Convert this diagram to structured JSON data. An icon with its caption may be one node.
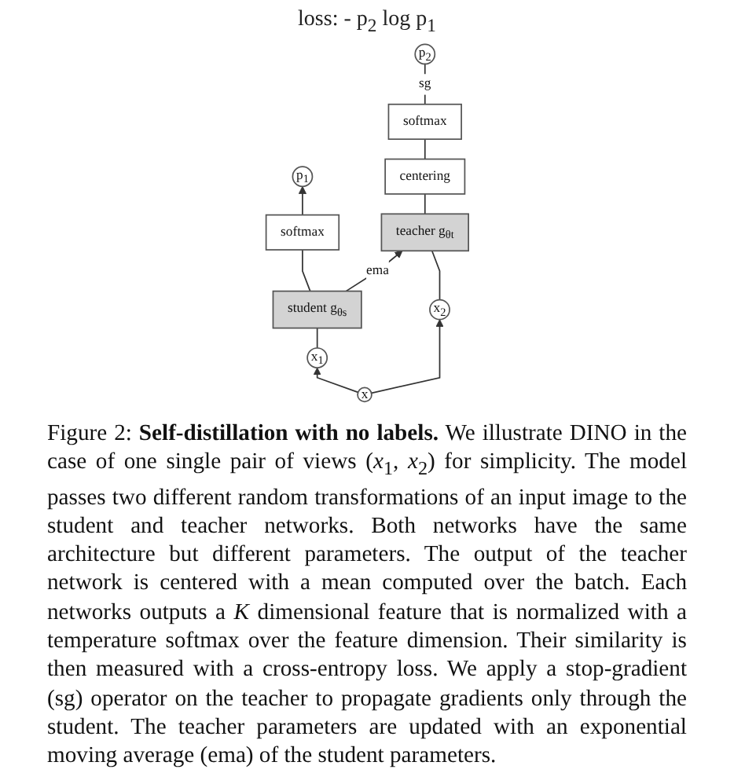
{
  "diagram": {
    "nodes": [
      {
        "text": [
          "p$_{1}$"
        ]
      },
      {
        "text": [
          "p$_{2}$"
        ]
      },
      {
        "text": [
          "softmax"
        ]
      },
      {
        "text": [
          "softmax"
        ]
      },
      {
        "text": [
          "centering"
        ]
      },
      {
        "text": [
          "student g$_{θs}$"
        ]
      },
      {
        "text": [
          "teacher g$_{θt}$"
        ]
      },
      {
        "text": [
          "x$_{1}$"
        ]
      },
      {
        "text": [
          "x$_{2}$"
        ]
      },
      {
        "text": [
          "x"
        ]
      }
    ],
    "edges": [
      {
        "from": 2,
        "to": 0,
        "arrow": "to"
      },
      {
        "from": 3,
        "to": 1,
        "arrow": "none",
        "label": "sg"
      },
      {
        "from": 4,
        "to": 3,
        "arrow": "none"
      },
      {
        "from": 5,
        "to": 6,
        "arrow": "to",
        "label": "ema"
      },
      {
        "from": 5,
        "to": 2,
        "arrow": "none"
      },
      {
        "from": 6,
        "to": 4,
        "arrow": "none"
      },
      {
        "from": 7,
        "to": 5,
        "arrow": "none"
      },
      {
        "from": 8,
        "to": 6,
        "arrow": "none"
      },
      {
        "from": 9,
        "to": 7,
        "arrow": "to"
      },
      {
        "from": 9,
        "to": 8,
        "arrow": "to"
      }
    ],
    "labels": [
      "loss: - p$_{2}$ log p$_{1}$"
    ],
    "caption": "Figure 2: **Self-distillation with no labels.** We illustrate DINO in the case of one single pair of views (*x*$_{1}$, *x*$_{2}$) for simplicity. The model passes two different random transformations of an input image to the student and teacher networks. Both networks have the same architecture but different parameters. The output of the teacher network is centered with a mean computed over the batch. Each networks outputs a *K* dimensional feature that is normalized with a temperature softmax over the feature dimension. Their similarity is then measured with a cross-entropy loss. We apply a stop-gradient (sg) operator on the teacher to propagate gradients only through the student. The teacher parameters are updated with an exponential moving average (ema) of the student parameters."
  }
}
